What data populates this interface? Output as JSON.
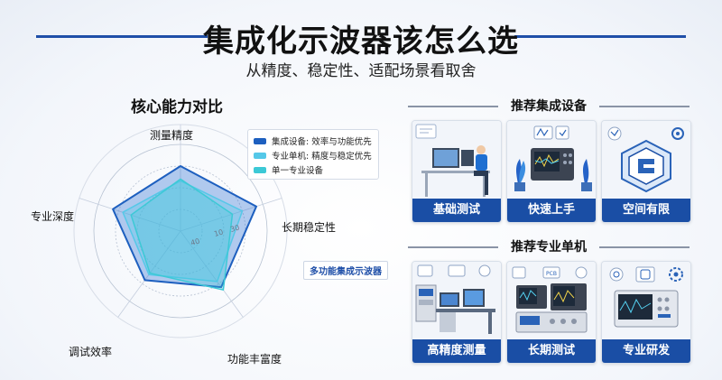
{
  "header": {
    "title": "集成化示波器该怎么选",
    "subtitle": "从精度、稳定性、适配场景看取舍"
  },
  "chart_data": {
    "type": "radar",
    "title": "核心能力对比",
    "axes": [
      "测量精度",
      "长期稳定性",
      "功能丰富度",
      "调试效率",
      "专业深度"
    ],
    "range": [
      0,
      100
    ],
    "ring_labels": [
      "40",
      "10",
      "30"
    ],
    "series": [
      {
        "name": "集成设备: 效率与功能优先",
        "values": [
          75,
          92,
          80,
          70,
          82
        ],
        "color": "#1d5fbf"
      },
      {
        "name": "专业单机: 精度与稳定优先",
        "values": [
          58,
          75,
          72,
          62,
          70
        ],
        "color": "#55c8e8"
      },
      {
        "name": "单一专业设备",
        "values": [
          60,
          63,
          84,
          60,
          60
        ],
        "color": "#3cc9d6"
      }
    ],
    "annotation": "多功能集成示波器",
    "legend_position": "top-right"
  },
  "recommend_integrated": {
    "title": "推荐集成设备",
    "cards": [
      {
        "label": "基础测试",
        "icon": "engineer-desk-icon"
      },
      {
        "label": "快速上手",
        "icon": "oscilloscope-plant-icon"
      },
      {
        "label": "空间有限",
        "icon": "compact-device-icon"
      }
    ]
  },
  "recommend_standalone": {
    "title": "推荐专业单机",
    "cards": [
      {
        "label": "高精度测量",
        "icon": "lab-bench-icon"
      },
      {
        "label": "长期测试",
        "icon": "rack-instrument-icon"
      },
      {
        "label": "专业研发",
        "icon": "instrument-gear-icon"
      }
    ]
  },
  "colors": {
    "accent": "#1a4ea5",
    "fill_dark": "#1d5fbf",
    "fill_light": "#55c8e8"
  }
}
